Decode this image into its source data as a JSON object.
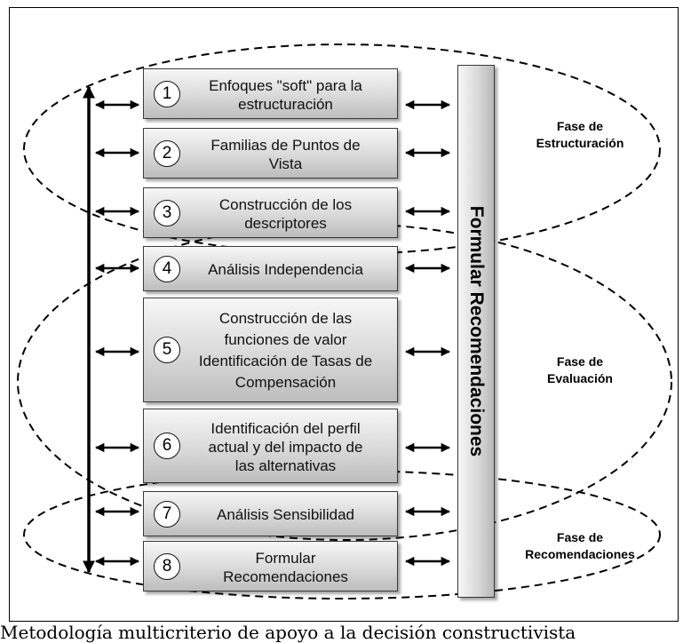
{
  "diagram": {
    "steps": [
      {
        "number": "1",
        "label": "Enfoques \"soft\" para la\nestructuración"
      },
      {
        "number": "2",
        "label": "Familias de Puntos de\nVista"
      },
      {
        "number": "3",
        "label": "Construcción de los\ndescriptores"
      },
      {
        "number": "4",
        "label": "Análisis Independencia"
      },
      {
        "number": "5",
        "label": "Construcción de las\nfunciones de valor\nIdentificación de Tasas de\nCompensación"
      },
      {
        "number": "6",
        "label": "Identificación del perfil\nactual y del impacto de\nlas alternativas"
      },
      {
        "number": "7",
        "label": "Análisis Sensibilidad"
      },
      {
        "number": "8",
        "label": "Formular\nRecomendaciones"
      }
    ],
    "vertical_bar_label": "Formular Recomendaciones",
    "phases": [
      {
        "label": "Fase de\nEstructuración"
      },
      {
        "label": "Fase de\nEvaluación"
      },
      {
        "label": "Fase de\nRecomendaciones"
      }
    ]
  },
  "caption": "Metodología multicriterio de apoyo a la decisión constructivista"
}
